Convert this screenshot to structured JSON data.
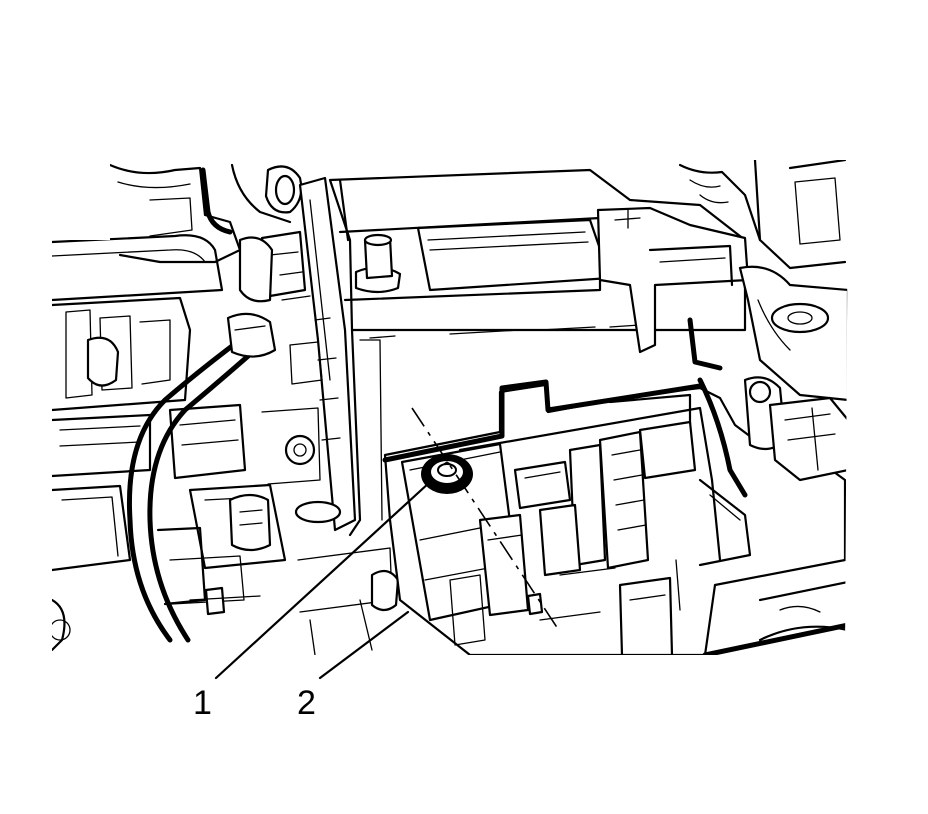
{
  "figure": {
    "colors": {
      "line": "#000000",
      "background": "#ffffff"
    },
    "callouts": [
      {
        "id": "1",
        "label": "1"
      },
      {
        "id": "2",
        "label": "2"
      }
    ]
  }
}
